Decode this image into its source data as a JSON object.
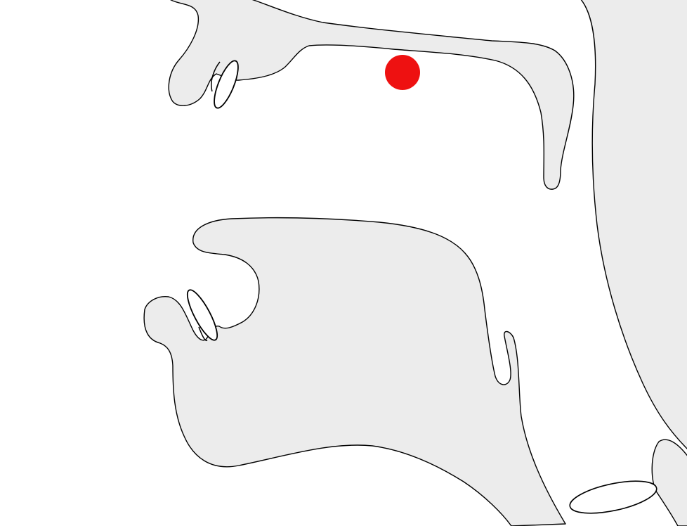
{
  "diagram": {
    "type": "vocal-tract-sagittal-section",
    "colors": {
      "background": "#ffffff",
      "tissue_fill": "#ececec",
      "outline": "#000000",
      "tooth_fill": "#ffffff",
      "marker": "#ee1111"
    },
    "parts": [
      "upper-lip",
      "upper-teeth",
      "hard-palate",
      "velum",
      "uvula",
      "pharyngeal-wall",
      "lower-lip",
      "lower-teeth",
      "tongue",
      "epiglottis",
      "larynx"
    ],
    "marker": {
      "label": "",
      "location": "hard-palate"
    }
  }
}
